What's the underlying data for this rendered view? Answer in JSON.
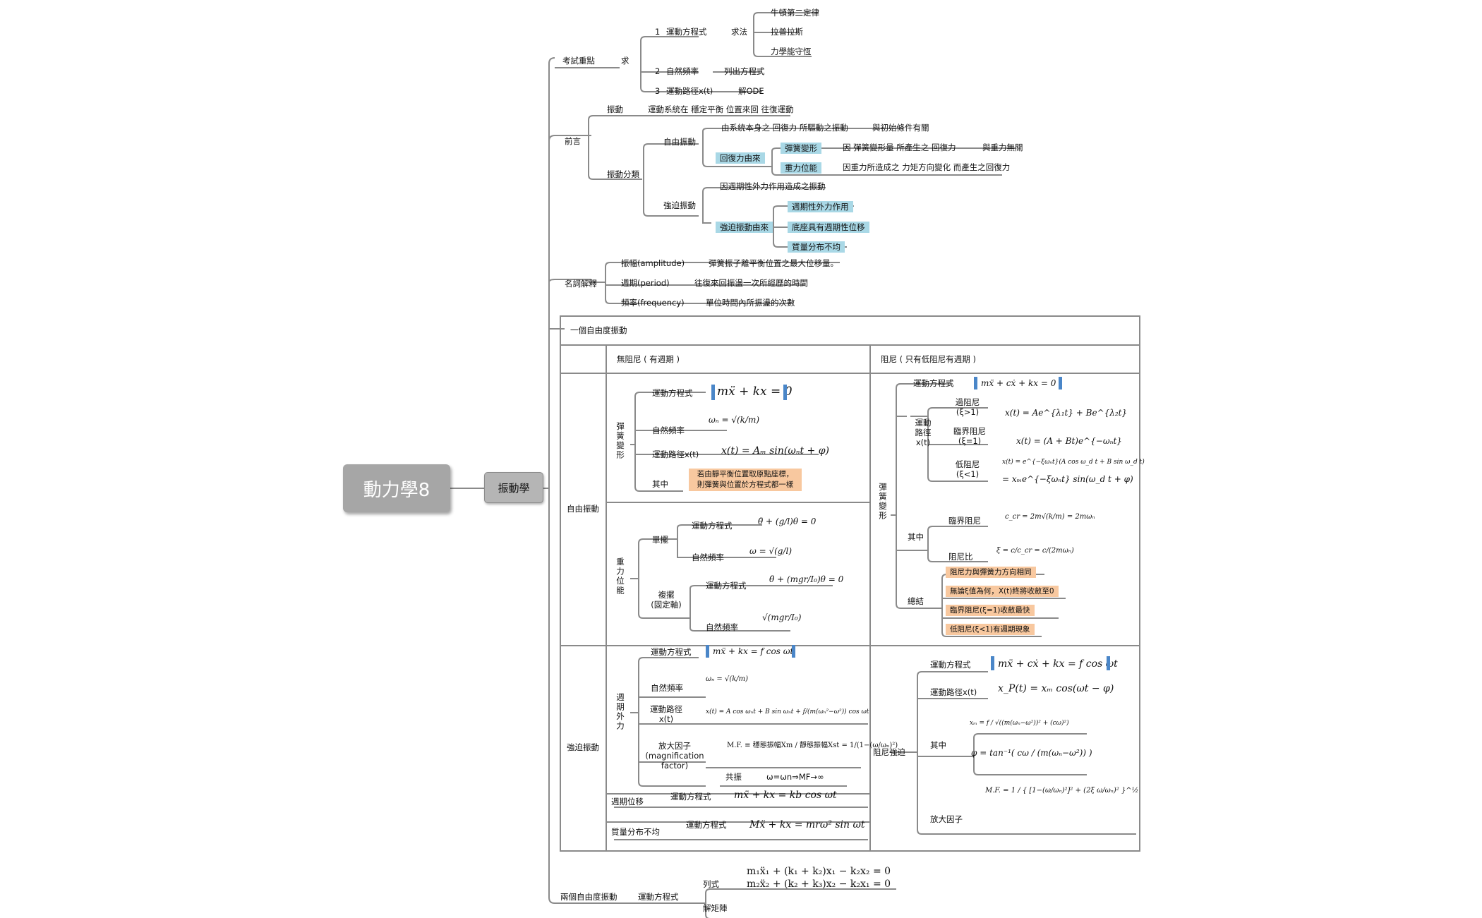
{
  "root": {
    "title": "動力學8"
  },
  "main_topic": {
    "title": "振動學"
  },
  "exam": {
    "label": "考試重點",
    "qiu": "求",
    "item1_num": "1",
    "item1": "運動方程式",
    "item1_method": "求法",
    "method_newton": "牛頓第二定律",
    "method_lagrange": "拉普拉斯",
    "method_energy": "力學能守恆",
    "item2_num": "2",
    "item2": "自然頻率",
    "item2_method": "列出方程式",
    "item3_num": "3",
    "item3": "運動路徑x(t)",
    "item3_method": "解ODE"
  },
  "preface": {
    "label": "前言",
    "vib": "振動",
    "vib_def": "運動系統在  穩定平衡  位置來回  往復運動",
    "classify": "振動分類",
    "free": "自由振動",
    "free_def": "由系統本身之  回復力  所驅動之振動",
    "free_def2": "與初始條件有關",
    "restore_src": "回復力由來",
    "spring": "彈簧變形",
    "spring_def": "因  彈簧變形量  所產生之  回復力",
    "spring_def2": "與重力無關",
    "grav": "重力位能",
    "grav_def": "因重力所造成之  力矩方向變化  而產生之回復力",
    "forced": "強迫振動",
    "forced_def": "因週期性外力作用造成之振動",
    "forced_src": "強迫振動由來",
    "src1": "週期性外力作用",
    "src2": "底座具有週期性位移",
    "src3": "質量分布不均"
  },
  "terms": {
    "label": "名詞解釋",
    "amp": "振幅(amplitude)",
    "amp_def": "彈簧振子離平衡位置之最大位移量。",
    "period": "週期(period)",
    "period_def": "往復來回振盪一次所經歷的時間",
    "freq": "頻率(frequency)",
    "freq_def": "單位時間內所振盪的次數"
  },
  "sdof": {
    "label": "一個自由度振動",
    "col_undamped": "無阻尼 ( 有週期 )",
    "col_damped": "阻尼 ( 只有低阻尼有週期 )",
    "row_free": "自由振動",
    "row_forced": "強迫振動",
    "spring_vert": "彈簧變形",
    "eom": "運動方程式",
    "natfreq": "自然頻率",
    "path": "運動路徑x(t)",
    "qizhong": "其中",
    "note1": "若由靜平衡位置取原點座標，",
    "note2": "則彈簧與位置於方程式都一樣",
    "eq_mkx": "mẍ + kx = 0",
    "eq_wn": "ωₙ = √(k/m)",
    "eq_xt": "x(t) = Aₘ sin(ωₙt + φ)",
    "grav_vert": "重力位能",
    "simple_pend": "單擺",
    "compound_pend1": "複擺",
    "compound_pend2": "(固定軸)",
    "eq_pend": "θ̈ + (g/l)θ = 0",
    "eq_pend_w": "ω = √(g/l)",
    "eq_comp": "θ̈ + (mgr/I₀)θ = 0",
    "eq_comp_w": "√(mgr/I₀)",
    "damp_spring": "彈簧變形",
    "damp_eom": "運動方程式",
    "damp_eq": "mẍ + cẋ + kx = 0",
    "damp_path1": "運動",
    "damp_path2": "路徑",
    "damp_path3": "x(t)",
    "over1": "過阻尼",
    "over2": "(ξ>1)",
    "over_eq": "x(t) = Ae^{λ₁t} + Be^{λ₂t}",
    "crit1": "臨界阻尼",
    "crit2": "(ξ=1)",
    "crit_eq": "x(t) = (A + Bt)e^{−ωₙt}",
    "under1": "低阻尼",
    "under2": "(ξ<1)",
    "under_eq1": "x(t) = e^{−ξωₙt}(A cos ω_d t + B sin ω_d t)",
    "under_eq2": "= xₘe^{−ξωₙt} sin(ω_d t + φ)",
    "damp_qizhong": "其中",
    "crit_damp": "臨界阻尼",
    "crit_damp_eq": "c_cr = 2m√(k/m) = 2mωₙ",
    "damp_ratio": "阻尼比",
    "damp_ratio_eq": "ξ = c/c_cr = c/(2mωₙ)",
    "summary": "總結",
    "sum1": "阻尼力與彈簧力方向相同",
    "sum2": "無論ξ值為何，X(t)終將收斂至0",
    "sum3": "臨界阻尼(ξ=1)收斂最快",
    "sum4": "低阻尼(ξ<1)有週期現象",
    "per_force_vert": "週期外力",
    "f_eom": "運動方程式",
    "f_eq": "mẍ + kx = f cos ωt",
    "f_natfreq": "自然頻率",
    "f_wn": "ωₙ = √(k/m)",
    "f_path1": "運動路徑",
    "f_path2": "x(t)",
    "f_xt": "x(t) = A cos ωₙt + B sin ωₙt + f/(m(ωₙ²−ω²)) cos ωt",
    "mf1": "放大因子",
    "mf2": "(magnification",
    "mf3": "factor)",
    "mf_eq": "M.F. ≡ 穩態振幅Xm / 靜態振幅Xst = 1/(1−(ω/ωₙ)²)",
    "resonance": "共振",
    "resonance_eq": "ω=ωn⇒MF→∞",
    "base_disp": "週期位移",
    "base_eom": "運動方程式",
    "base_eq": "mẍ + kx = kb cos ωt",
    "unbal": "質量分布不均",
    "unbal_eom": "運動方程式",
    "unbal_eq": "Mẍ + kx = mrω² sin ωt",
    "df": "阻尼強迫",
    "df_eom": "運動方程式",
    "df_eq": "mẍ + cẋ + kx = f cos ωt",
    "df_path": "運動路徑x(t)",
    "df_xp": "x_P(t) = xₘ cos(ωt − φ)",
    "df_qizhong": "其中",
    "df_xm": "xₘ = f / √((m(ωₙ−ω²))² + (cω)²)",
    "df_phi": "φ = tan⁻¹( cω / (m(ωₙ−ω²)) )",
    "df_mf": "放大因子",
    "df_mf_eq": "M.F. = 1 / { [1−(ω/ωₙ)²]² + (2ξ ω/ωₙ)² }^½"
  },
  "mdof": {
    "label": "兩個自由度振動",
    "eom": "運動方程式",
    "list": "列式",
    "eq1": "m₁ẍ₁ + (k₁ + k₂)x₁ − k₂x₂ = 0",
    "eq2": "m₂ẍ₂ + (k₂ + k₃)x₂ − k₂x₁ = 0",
    "solve": "解矩陣"
  }
}
